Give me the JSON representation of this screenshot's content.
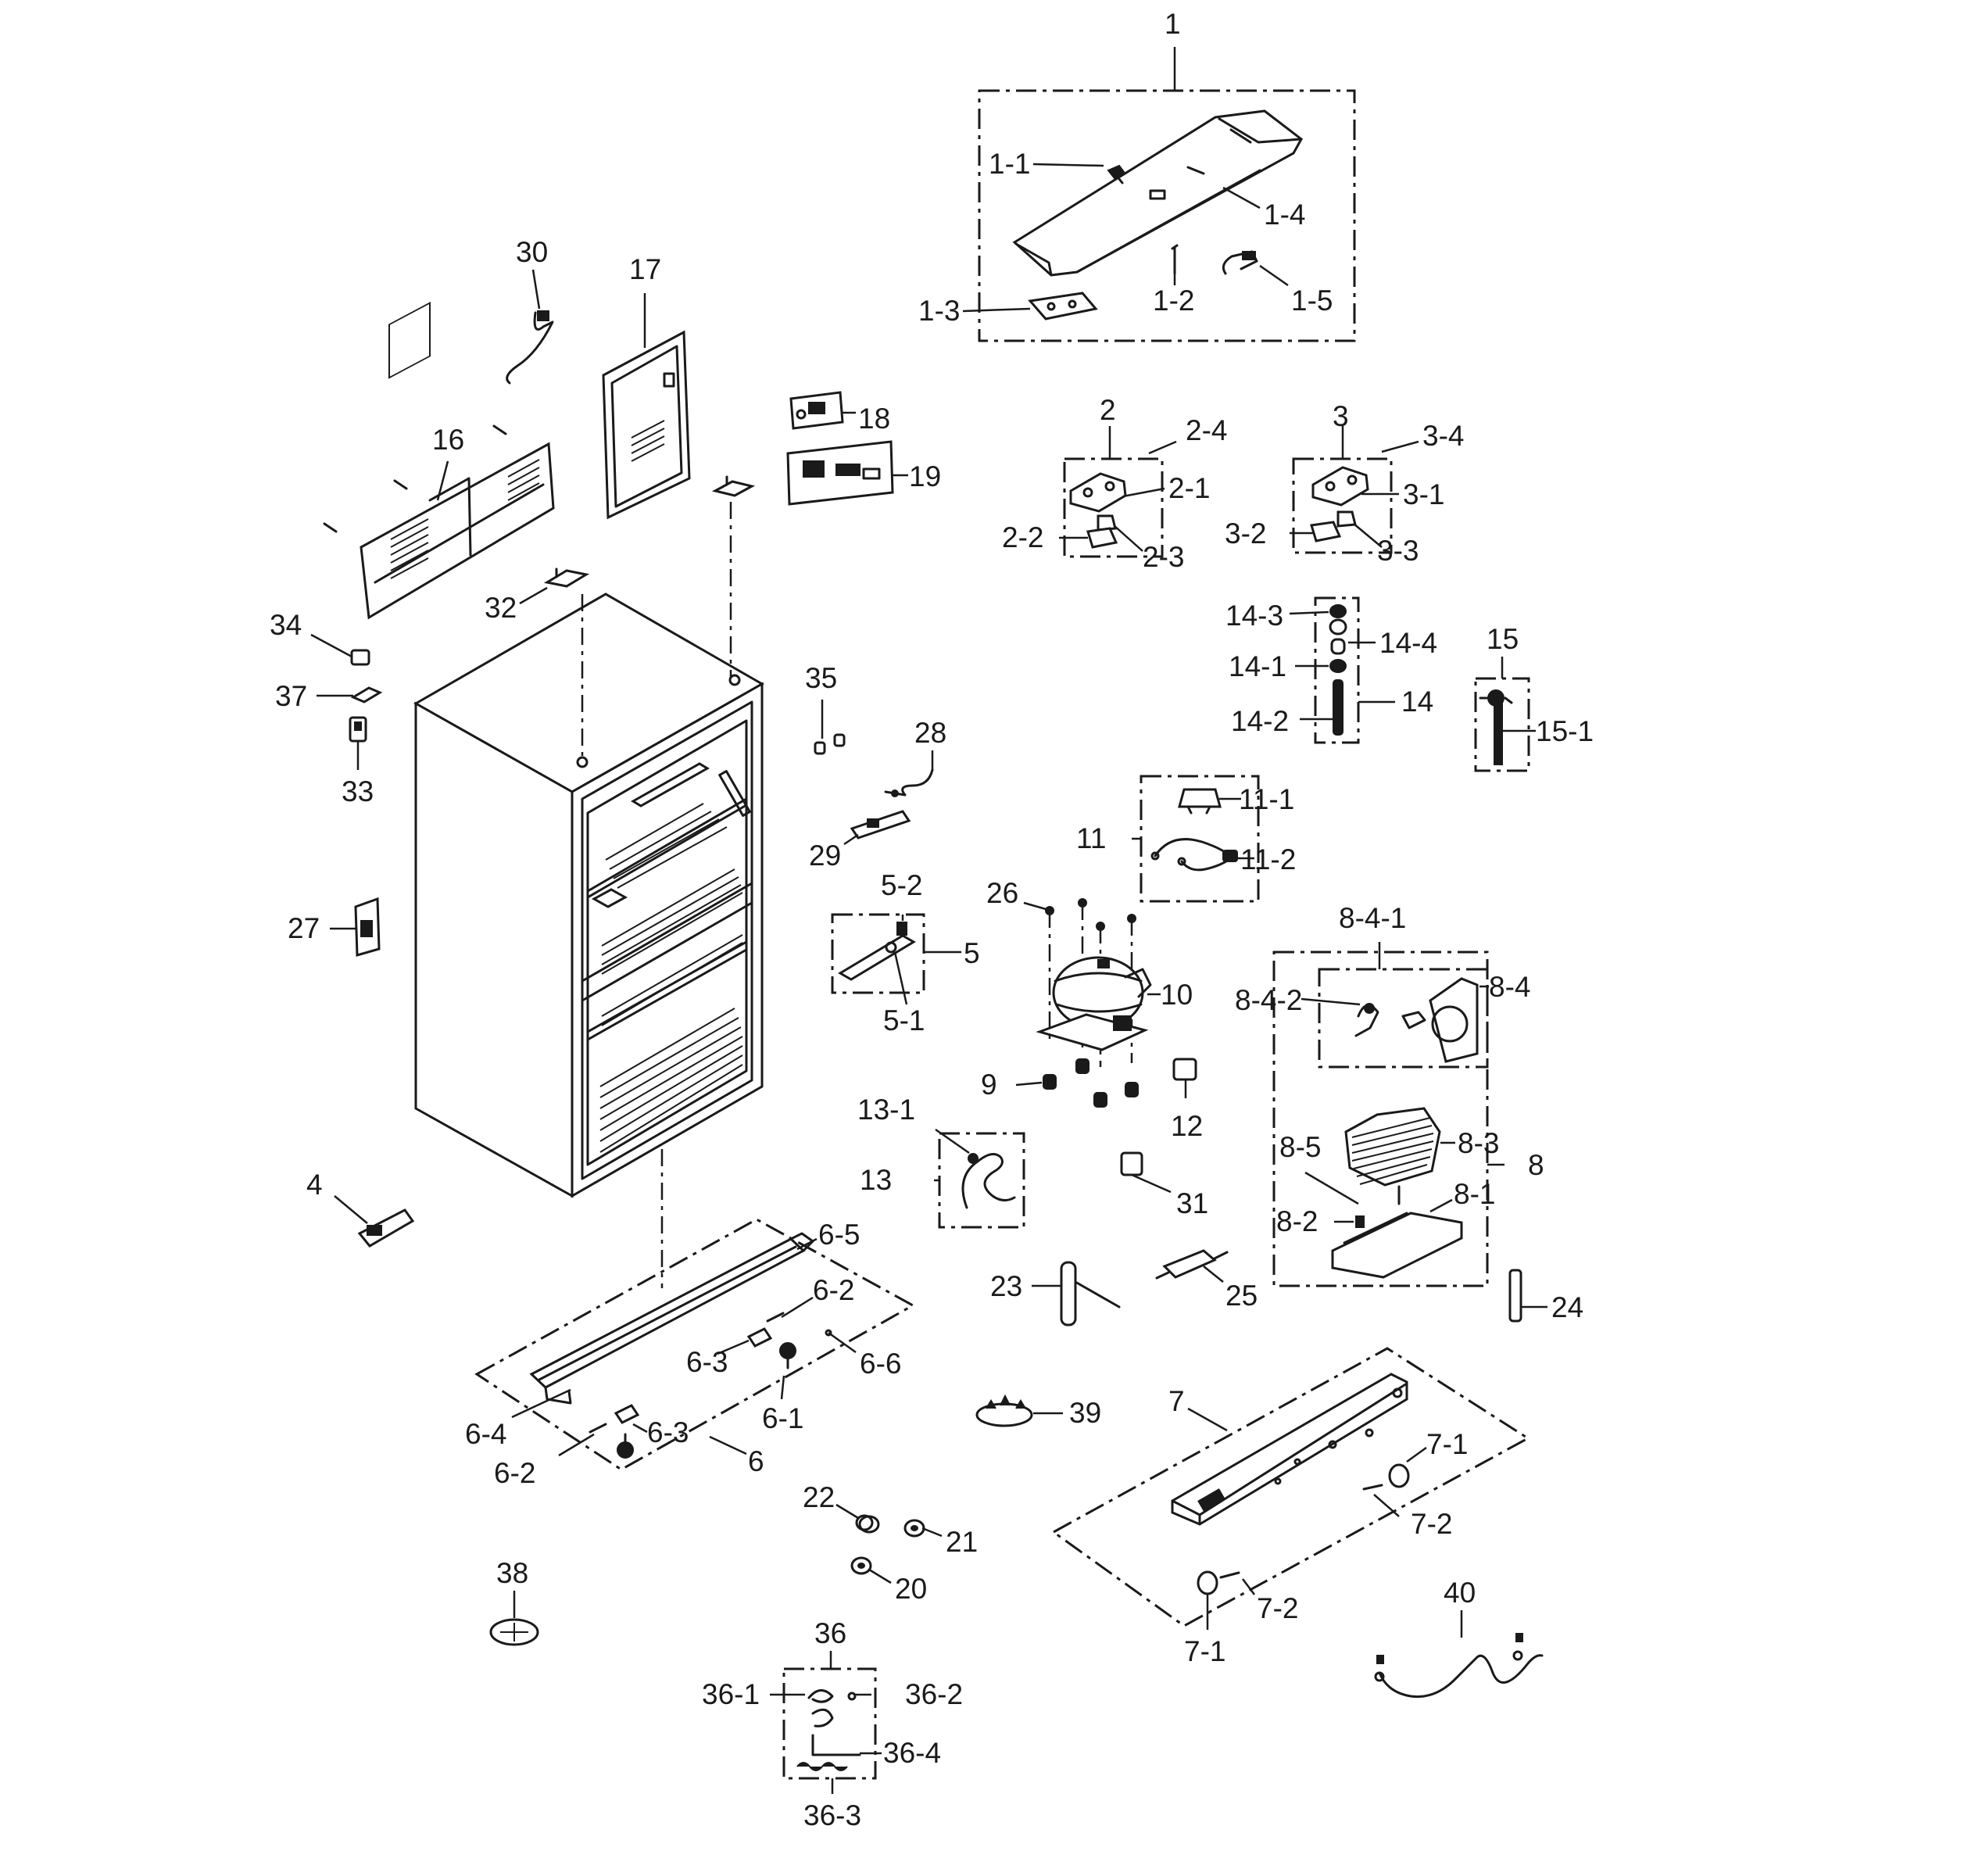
{
  "callouts": {
    "c1": "1",
    "c1_1": "1-1",
    "c1_2": "1-2",
    "c1_3": "1-3",
    "c1_4": "1-4",
    "c1_5": "1-5",
    "c2": "2",
    "c2_1": "2-1",
    "c2_2": "2-2",
    "c2_3": "2-3",
    "c2_4": "2-4",
    "c3": "3",
    "c3_1": "3-1",
    "c3_2": "3-2",
    "c3_3": "3-3",
    "c3_4": "3-4",
    "c4": "4",
    "c5": "5",
    "c5_1": "5-1",
    "c5_2": "5-2",
    "c6": "6",
    "c6_1": "6-1",
    "c6_2a": "6-2",
    "c6_2b": "6-2",
    "c6_3a": "6-3",
    "c6_3b": "6-3",
    "c6_4": "6-4",
    "c6_5": "6-5",
    "c6_6": "6-6",
    "c7": "7",
    "c7_1a": "7-1",
    "c7_1b": "7-1",
    "c7_2a": "7-2",
    "c7_2b": "7-2",
    "c8": "8",
    "c8_1": "8-1",
    "c8_2": "8-2",
    "c8_3": "8-3",
    "c8_4": "8-4",
    "c8_4_1": "8-4-1",
    "c8_4_2": "8-4-2",
    "c8_5": "8-5",
    "c9": "9",
    "c10": "10",
    "c11": "11",
    "c11_1": "11-1",
    "c11_2": "11-2",
    "c12": "12",
    "c13": "13",
    "c13_1": "13-1",
    "c14": "14",
    "c14_1": "14-1",
    "c14_2": "14-2",
    "c14_3": "14-3",
    "c14_4": "14-4",
    "c15": "15",
    "c15_1": "15-1",
    "c16": "16",
    "c17": "17",
    "c18": "18",
    "c19": "19",
    "c20": "20",
    "c21": "21",
    "c22": "22",
    "c23": "23",
    "c24": "24",
    "c25": "25",
    "c26": "26",
    "c27": "27",
    "c28": "28",
    "c29": "29",
    "c30": "30",
    "c31": "31",
    "c32": "32",
    "c33": "33",
    "c34": "34",
    "c35": "35",
    "c36": "36",
    "c36_1": "36-1",
    "c36_2": "36-2",
    "c36_3": "36-3",
    "c36_4": "36-4",
    "c37": "37",
    "c38": "38",
    "c39": "39",
    "c40": "40"
  }
}
